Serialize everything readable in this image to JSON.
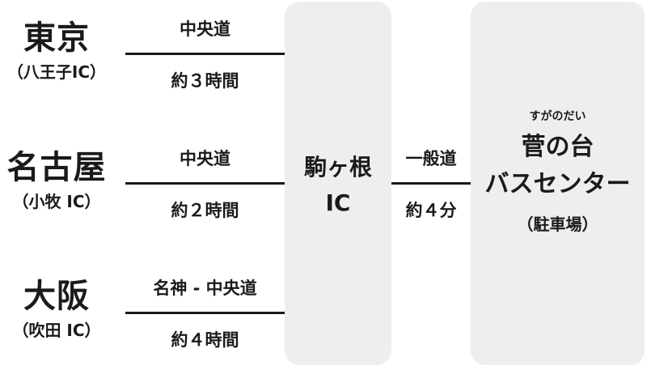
{
  "routes": [
    {
      "city": "東京",
      "ic": "（八王子IC）",
      "road": "中央道",
      "time": "約３時間"
    },
    {
      "city": "名古屋",
      "ic": "（小牧 IC）",
      "road": "中央道",
      "time": "約２時間"
    },
    {
      "city": "大阪",
      "ic": "（吹田 IC）",
      "road": "名神 - 中央道",
      "time": "約４時間"
    }
  ],
  "komagane": {
    "line1": "駒ヶ根",
    "line2": "IC"
  },
  "link": {
    "road": "一般道",
    "time": "約４分"
  },
  "destination": {
    "ruby": "すがのだい",
    "name1": "菅の台",
    "name2": "バスセンター",
    "note": "（駐車場）"
  },
  "colors": {
    "box": "#efeeed",
    "text": "#1a1a1a",
    "line": "#1a1a1a"
  }
}
